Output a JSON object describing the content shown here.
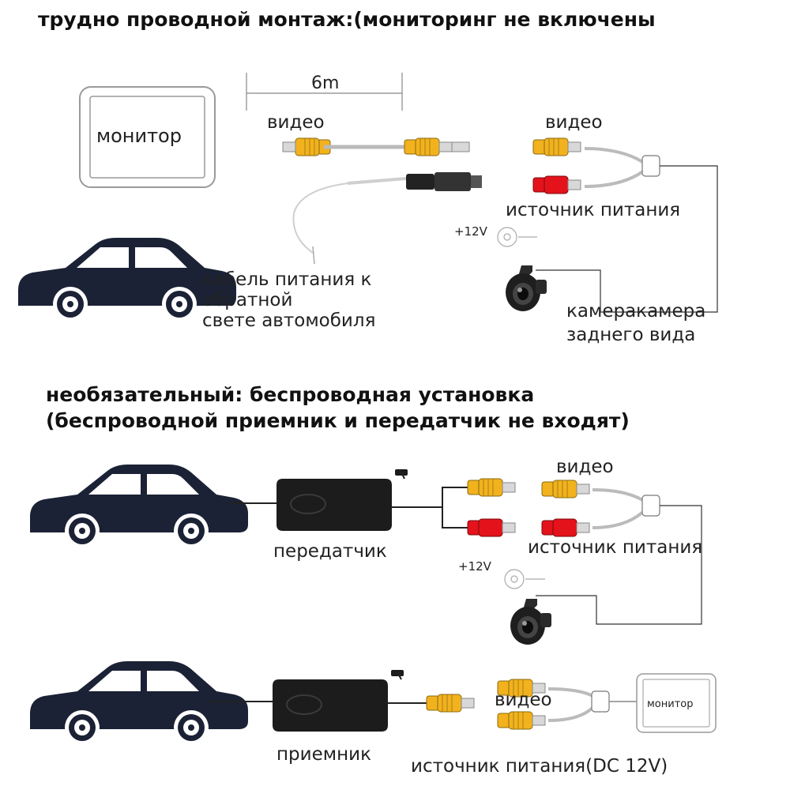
{
  "headings": {
    "wired": "трудно проводной монтаж:(мониторинг не включены",
    "wireless_line1": "необязательный: беспроводная установка",
    "wireless_line2": "(беспроводной приемник и передатчик не входят)"
  },
  "wired": {
    "monitor": "монитор",
    "cable_length": "6m",
    "video_left": "видео",
    "video_right": "видео",
    "power_source": "источник питания",
    "voltage": "+12V",
    "car_power_line1": "кабель питания к",
    "car_power_line2": "обратной",
    "car_power_line3": "свете автомобиля",
    "camera_line1": "камеракамера",
    "camera_line2": "заднего вида"
  },
  "wireless": {
    "transmitter": "передатчик",
    "video_tx": "видео",
    "power_source_tx": "источник питания",
    "voltage": "+12V",
    "receiver": "приемник",
    "video_rx": "видео",
    "monitor_small": "монитор",
    "power_source_rx": "источник питания(DC 12V)"
  },
  "colors": {
    "rca_yellow": "#f2b21e",
    "rca_red": "#e4121b",
    "car_body": "#1b2235",
    "device_black": "#1c1c1c"
  }
}
